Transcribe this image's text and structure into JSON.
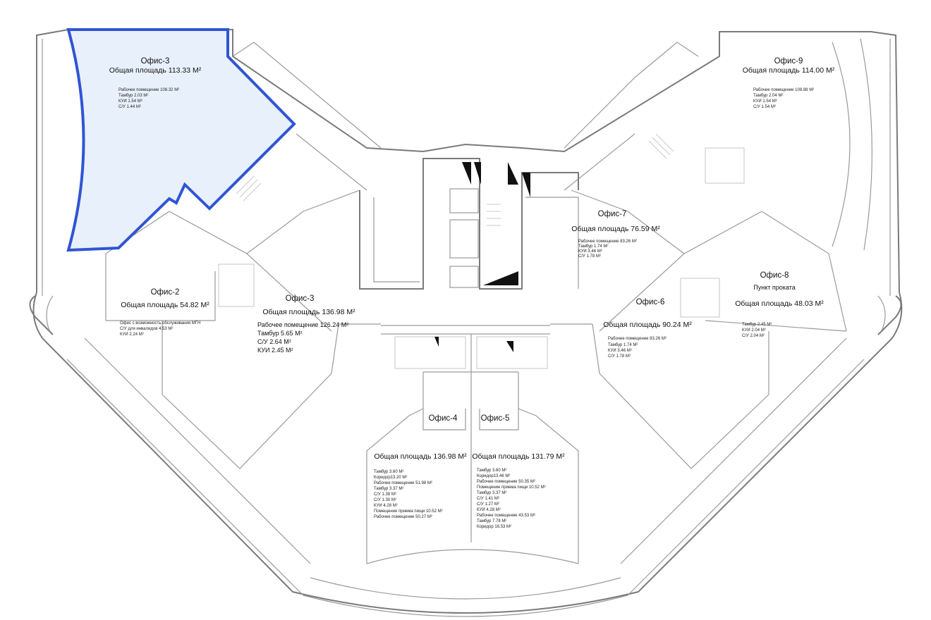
{
  "offices": [
    {
      "id": "office-3-top",
      "name": "Офис-3",
      "area": "Общая площадь 113.33 M²",
      "selected": true,
      "details": [
        "Рабочее помещение 108.32 M²",
        "Тамбур 2.03 M²",
        "КУИ 1.54 M²",
        "С/У 1.44 M²"
      ]
    },
    {
      "id": "office-9",
      "name": "Офис-9",
      "area": "Общая площадь 114.00 M²",
      "details": [
        "Рабочее помещение 108.88 M²",
        "Тамбур 2.04 M²",
        "КУИ 1.54 M²",
        "С/У 1.54 M²"
      ]
    },
    {
      "id": "office-7",
      "name": "Офис-7",
      "area": "Общая площадь 76.59 M²",
      "details": [
        "Рабочее помещение 83.26 M²",
        "Тамбур 1.74 M²",
        "КУИ 3.46 M²",
        "С/У 1.78 M²"
      ]
    },
    {
      "id": "office-8",
      "name": "Офис-8",
      "subtitle": "Пункт проката",
      "area": "Общая площадь 48.03 M²",
      "details": [
        "Тамбур 2.45 M²",
        "КУИ 2.04 M²",
        "С/У 2.04 M²"
      ]
    },
    {
      "id": "office-6",
      "name": "Офис-6",
      "area": "Общая площадь 90.24 M²",
      "details": [
        "Рабочее помещение 83.26 M²",
        "Тамбур 1.74 M²",
        "КУИ 3.46 M²",
        "С/У 1.78 M²"
      ]
    },
    {
      "id": "office-2",
      "name": "Офис-2",
      "area": "Общая площадь 54.82 M²",
      "details": [
        "Офис с возможность обслуживания МГН",
        "С/У для инвалидов 4.53 M²",
        "КУИ 2.24 M²"
      ]
    },
    {
      "id": "office-3-mid",
      "name": "Офис-3",
      "area": "Общая площадь 136.98 M²",
      "details": [
        "Рабочее помещение 126.24 M²",
        "Тамбур 5.65 M²",
        "С/У 2.64 M²",
        "КУИ 2.45 M²"
      ]
    },
    {
      "id": "office-4",
      "name": "Офис-4",
      "area": "Общая площадь 136.98 M²",
      "details": [
        "Тамбур 3.60 M²",
        "Коридор13.20 M²",
        "Рабочее помещение 51.98 M²",
        "Тамбур 3.37 M²",
        "С/У 1.38 M²",
        "С/У 1.30 M²",
        "КУИ 4.28 M²",
        "Помещение приема пищи 10.52 M²",
        "Рабочее помещение 50.27 M²"
      ]
    },
    {
      "id": "office-5",
      "name": "Офис-5",
      "area": "Общая площадь 131.79 M²",
      "details": [
        "Тамбур 3.60 M²",
        "Коридор13.46 M²",
        "Рабочее помещение 50.35 M²",
        "Помещение приема пищи 10.52 M²",
        "Тамбур 3.37 M²",
        "С/У 1.41 M²",
        "С/У 1.27 M²",
        "КУИ 4.28 M²",
        "Рабочее помещение 43.53 M²",
        "Тамбур 7.78 M²",
        "Коридор 16.53 M²"
      ]
    }
  ],
  "colors": {
    "selected_fill": "#e8f0fb",
    "selected_stroke": "#2f55d4",
    "wall": "#9a9a9a"
  }
}
